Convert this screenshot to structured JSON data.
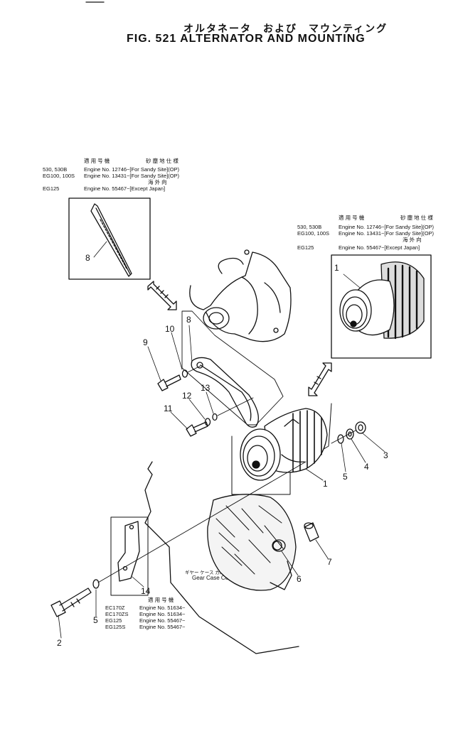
{
  "title": {
    "japanese": "オルタネータ　および　マウンティング",
    "english": "FIG. 521   ALTERNATOR  AND  MOUNTING"
  },
  "tables": {
    "belt": {
      "header_jp_left": "適 用 号 機",
      "header_jp_right": "砂 塵 地 仕 様",
      "rows": [
        {
          "model": "530, 530B",
          "engine": "Engine No. 12746~[For Sandy Site](OP)"
        },
        {
          "model": "EG100, 100S",
          "engine": "Engine No. 13431~[For Sandy Site](OP)"
        },
        {
          "model": "",
          "engine": "海 外 向"
        },
        {
          "model": "EG125",
          "engine": "Engine No. 55467~[Except Japan]"
        }
      ]
    },
    "alternator": {
      "header_jp_left": "適 用 号 機",
      "header_jp_right": "砂 塵 地 仕 様",
      "rows": [
        {
          "model": "530, 530B",
          "engine": "Engine No. 12746~[For Sandy Site](OP)"
        },
        {
          "model": "EG100, 100S",
          "engine": "Engine No. 13431~[For Sandy Site](OP)"
        },
        {
          "model": "",
          "engine": "海 外 向"
        },
        {
          "model": "EG125",
          "engine": "Engine No. 55467~[Except Japan]"
        }
      ]
    },
    "bracket": {
      "header_jp": "適 用 号 機",
      "rows": [
        {
          "model": "EC170Z",
          "engine": "Engine No. 51634~"
        },
        {
          "model": "EC170ZS",
          "engine": "Engine No. 51634~"
        },
        {
          "model": "EG125",
          "engine": "Engine No. 55467~"
        },
        {
          "model": "EG125S",
          "engine": "Engine No. 55467~"
        }
      ]
    }
  },
  "gear_case": {
    "japanese": "ギヤー ケース カバー",
    "english": "Gear Case Cover"
  },
  "callouts": {
    "c1a": "1",
    "c1b": "1",
    "c2": "2",
    "c3": "3",
    "c4": "4",
    "c5a": "5",
    "c5b": "5",
    "c6": "6",
    "c7": "7",
    "c8a": "8",
    "c8b": "8",
    "c9": "9",
    "c10": "10",
    "c11": "11",
    "c12": "12",
    "c13": "13",
    "c14": "14"
  }
}
